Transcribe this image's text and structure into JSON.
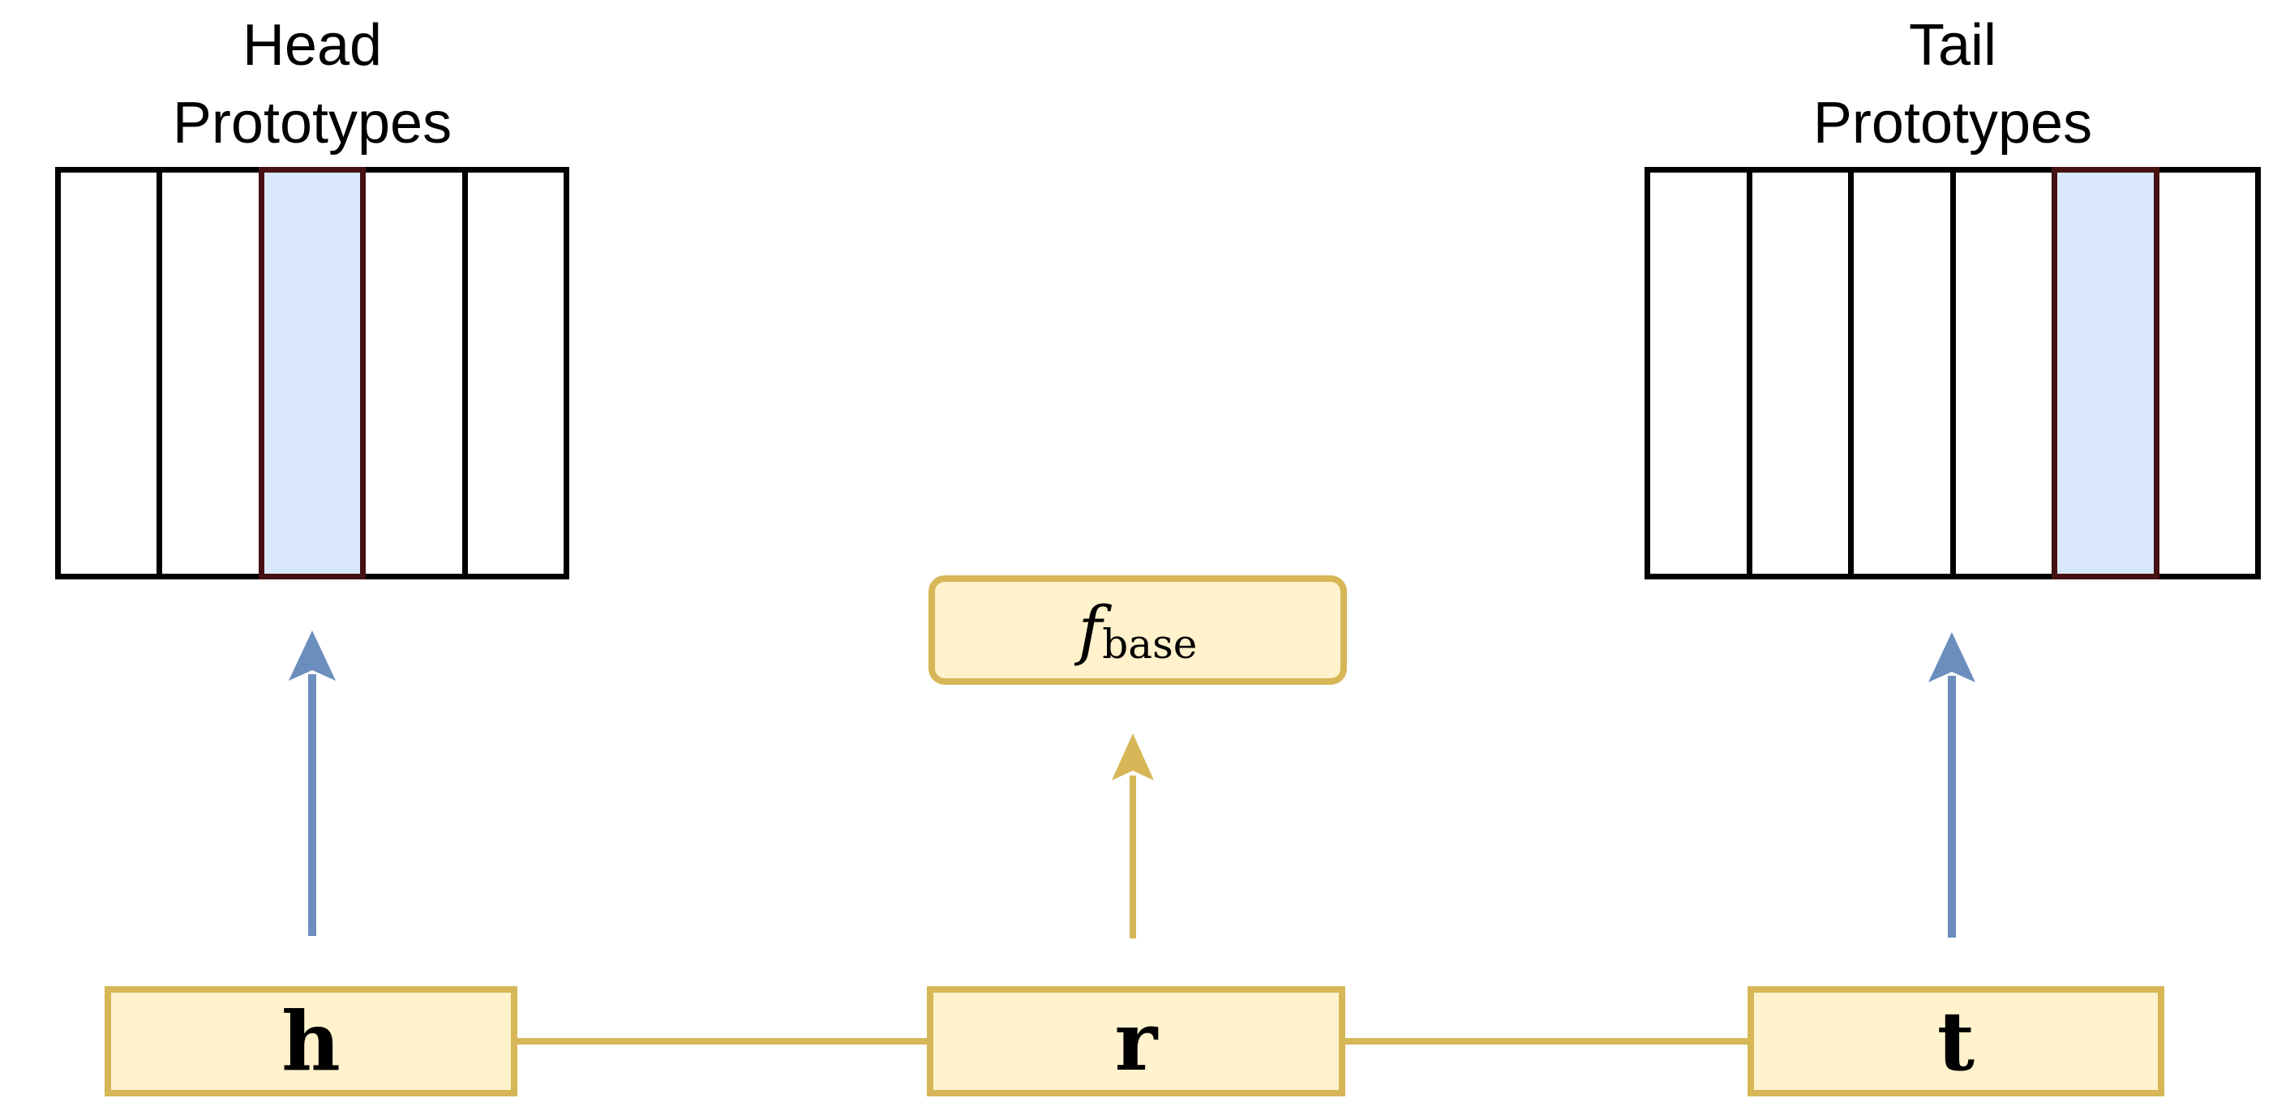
{
  "head_prototypes": {
    "label": "Head\nPrototypes",
    "columns": 5,
    "highlighted_index": 2
  },
  "tail_prototypes": {
    "label": "Tail\nPrototypes",
    "columns": 6,
    "highlighted_index": 4
  },
  "fbase": {
    "symbol": "f",
    "subscript": "base"
  },
  "entities": {
    "head": "h",
    "relation": "r",
    "tail": "t"
  },
  "colors": {
    "background": "#FFFFFF",
    "box_fill": "#FFF2CC",
    "box_border": "#D6B656",
    "highlight_fill": "#DAE8FC",
    "highlight_border": "#451111",
    "arrow_blue": "#6C8EBF",
    "cell_border": "#000000",
    "text": "#000000"
  }
}
